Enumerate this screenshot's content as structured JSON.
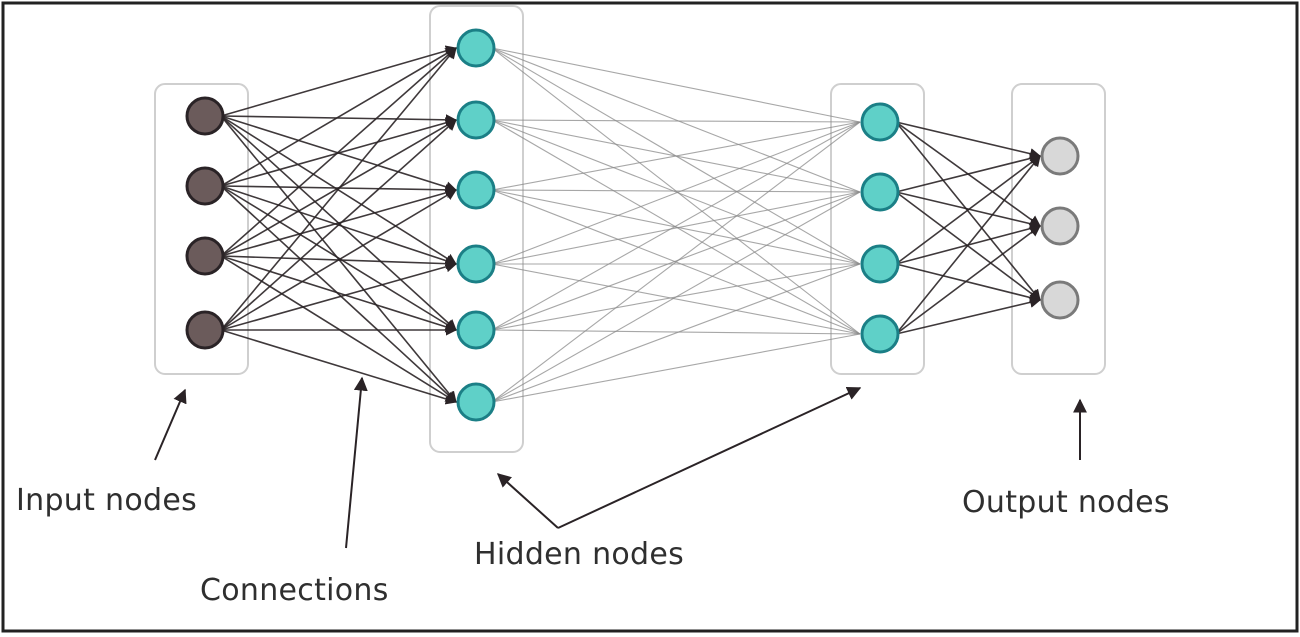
{
  "labels": {
    "input": "Input nodes",
    "connections": "Connections",
    "hidden": "Hidden nodes",
    "output": "Output nodes"
  },
  "layers": [
    {
      "id": "input",
      "nodes": 4,
      "color": "#6b5b5b"
    },
    {
      "id": "hidden-1",
      "nodes": 6,
      "color": "#5fd0c8"
    },
    {
      "id": "hidden-2",
      "nodes": 4,
      "color": "#5fd0c8"
    },
    {
      "id": "output",
      "nodes": 3,
      "color": "#d8d8d8"
    }
  ],
  "colors": {
    "node_stroke": "#1b7f86",
    "dark_connection": "#2a2326",
    "light_connection": "#8a8a8a",
    "group_box": "#cfcfcf",
    "frame": "#222222"
  }
}
